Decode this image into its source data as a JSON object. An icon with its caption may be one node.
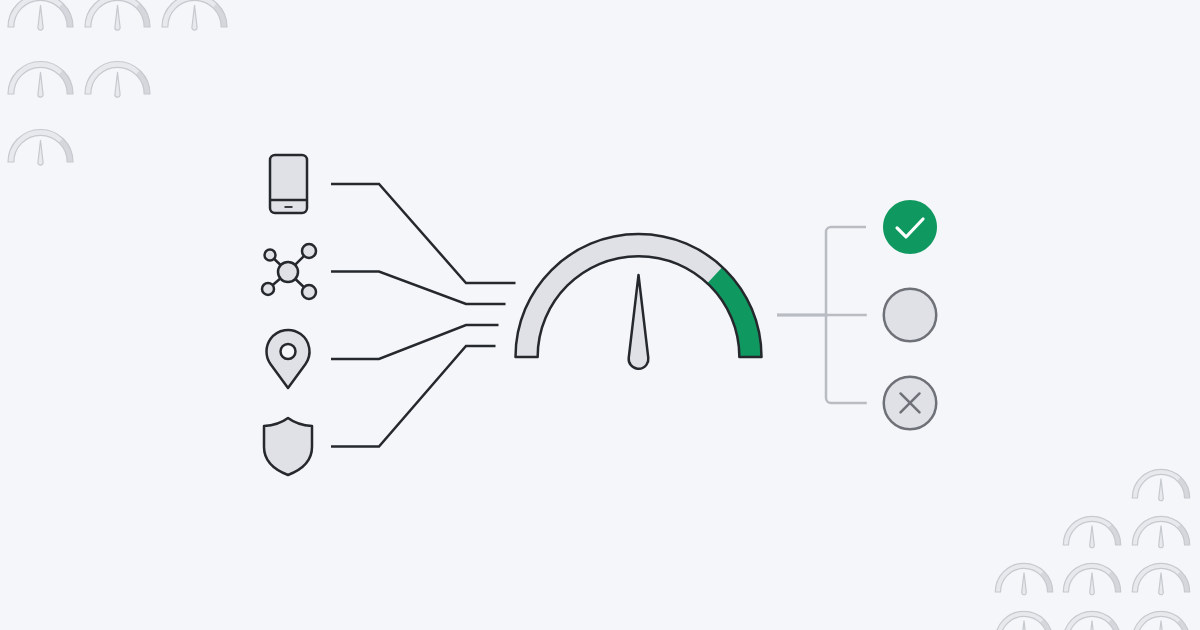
{
  "diagram": {
    "nodes": [
      {
        "text": [],
        "shape": "phone"
      },
      {
        "text": [],
        "shape": "network"
      },
      {
        "text": [],
        "shape": "pin"
      },
      {
        "text": [],
        "shape": "shield"
      },
      {
        "text": [],
        "shape": "gauge"
      },
      {
        "text": [],
        "shape": "check"
      },
      {
        "text": [],
        "shape": "circle"
      },
      {
        "text": [],
        "shape": "cross"
      }
    ],
    "edges": [
      {
        "from": 0,
        "to": 4,
        "arrow": "none"
      },
      {
        "from": 1,
        "to": 4,
        "arrow": "none"
      },
      {
        "from": 2,
        "to": 4,
        "arrow": "none"
      },
      {
        "from": 3,
        "to": 4,
        "arrow": "none"
      },
      {
        "from": 4,
        "to": 5,
        "arrow": "none",
        "color": "#b9bcc3"
      },
      {
        "from": 4,
        "to": 6,
        "arrow": "none",
        "color": "#b9bcc3"
      },
      {
        "from": 4,
        "to": 7,
        "arrow": "none",
        "color": "#b9bcc3"
      }
    ]
  }
}
